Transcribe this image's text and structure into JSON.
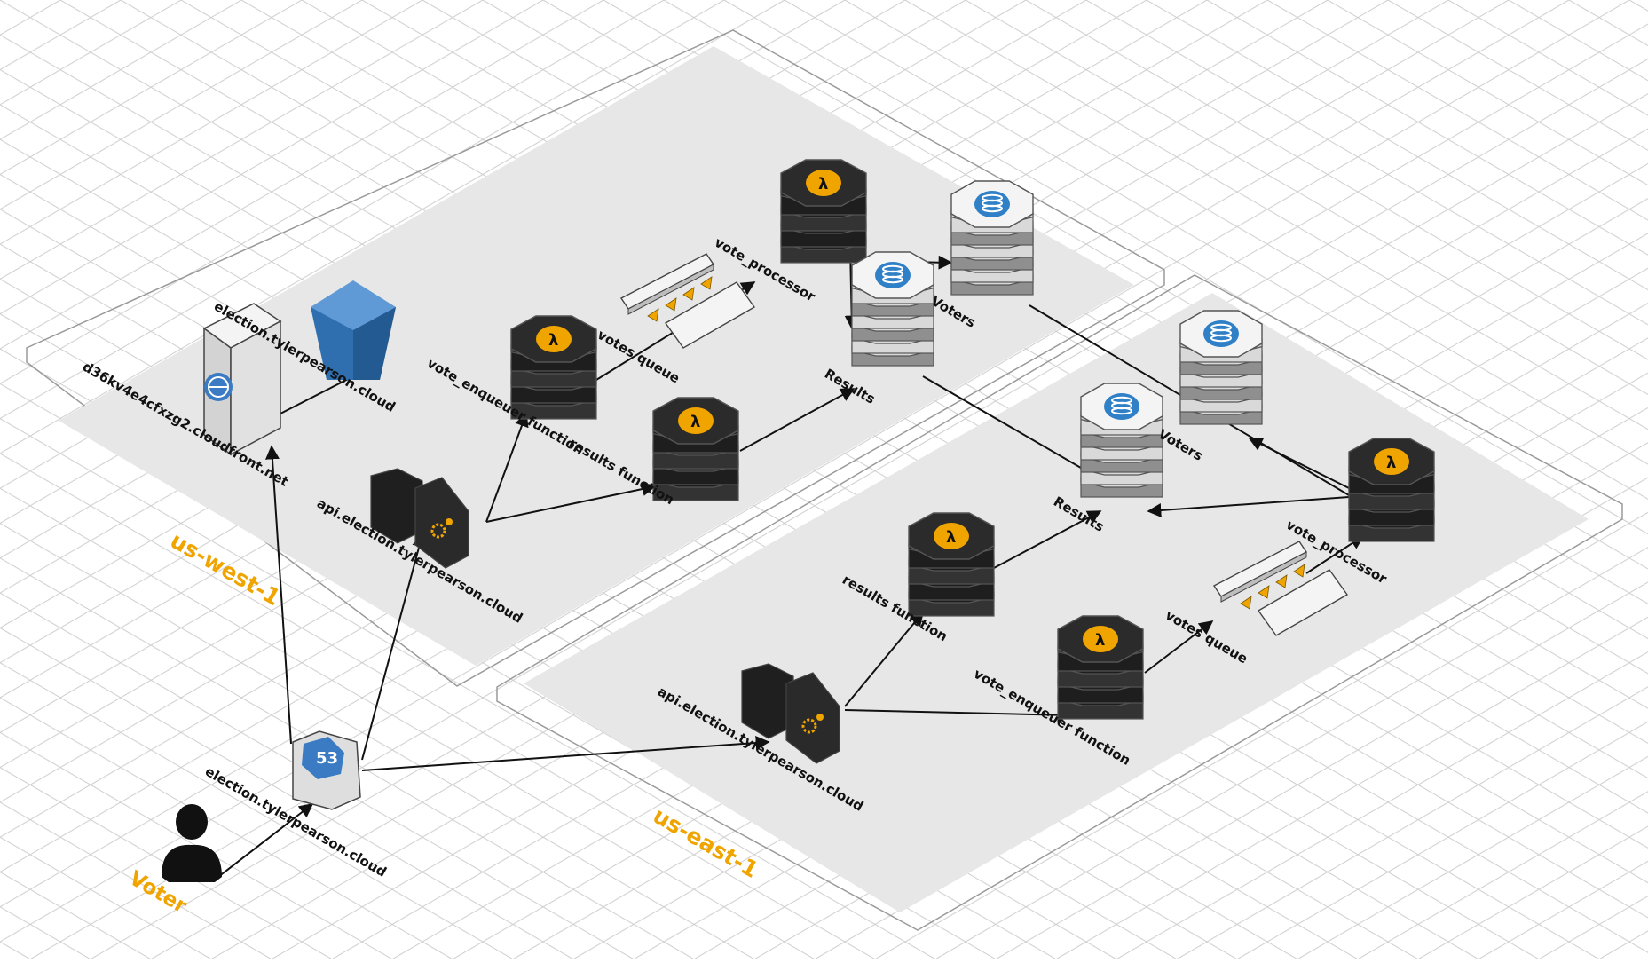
{
  "colors": {
    "grid": "#c9c9c9",
    "region_fill": "#e7e7e7",
    "region_outline": "#9a9a9a",
    "accent": "#f0a400",
    "lambda_dark": "#2b2b2b",
    "dynamo_blue": "#2f80c7",
    "bucket_blue": "#2f6fb0",
    "route53_blue": "#3a7bc4"
  },
  "regions": {
    "west": "us-west-1",
    "east": "us-east-1"
  },
  "actor": {
    "label": "Voter",
    "icon": "person-icon"
  },
  "labels": {
    "route53_domain": "election.tylerpearson.cloud",
    "cloudfront_domain": "d36kv4e4cfxzg2.cloudfront.net",
    "bucket_domain": "election.tylerpearson.cloud",
    "west_api": "api.election.tylerpearson.cloud",
    "west_enqueuer": "vote_enqueuer function",
    "west_results_fn": "results function",
    "west_queue": "votes queue",
    "west_processor": "vote_processor",
    "west_voters": "Voters",
    "west_results_table": "Results",
    "east_api": "api.election.tylerpearson.cloud",
    "east_enqueuer": "vote_enqueuer function",
    "east_results_fn": "results function",
    "east_queue": "votes queue",
    "east_processor": "vote_processor",
    "east_voters": "Voters",
    "east_results_table": "Results"
  },
  "icons": {
    "lambda": "lambda-icon",
    "dynamo": "dynamodb-table-icon",
    "cloudfront": "cloudfront-icon",
    "s3": "s3-bucket-icon",
    "route53": "route53-icon",
    "api": "api-gateway-icon",
    "sqs": "sqs-queue-icon",
    "lambda_glyph": "λ",
    "route53_glyph": "53"
  }
}
